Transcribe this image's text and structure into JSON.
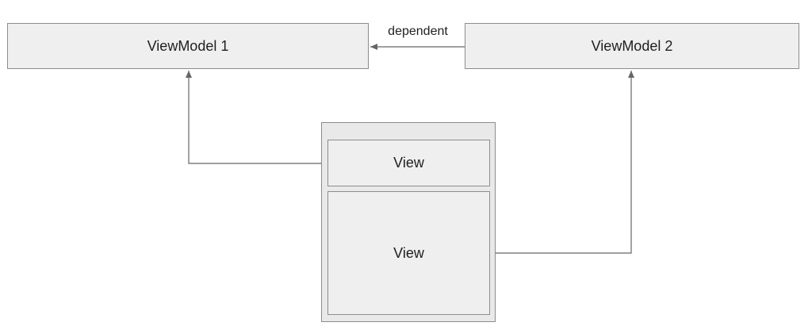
{
  "diagram": {
    "viewmodel_1": {
      "label": "ViewModel 1"
    },
    "viewmodel_2": {
      "label": "ViewModel 2"
    },
    "view_top": {
      "label": "View"
    },
    "view_bottom": {
      "label": "View"
    },
    "edges": {
      "vm2_to_vm1": {
        "label": "dependent"
      }
    }
  },
  "colors": {
    "box_fill": "#efefef",
    "container_fill": "#e9e9e9",
    "stroke": "#8c8c8c",
    "line": "#666666",
    "text": "#1f1f1f"
  }
}
